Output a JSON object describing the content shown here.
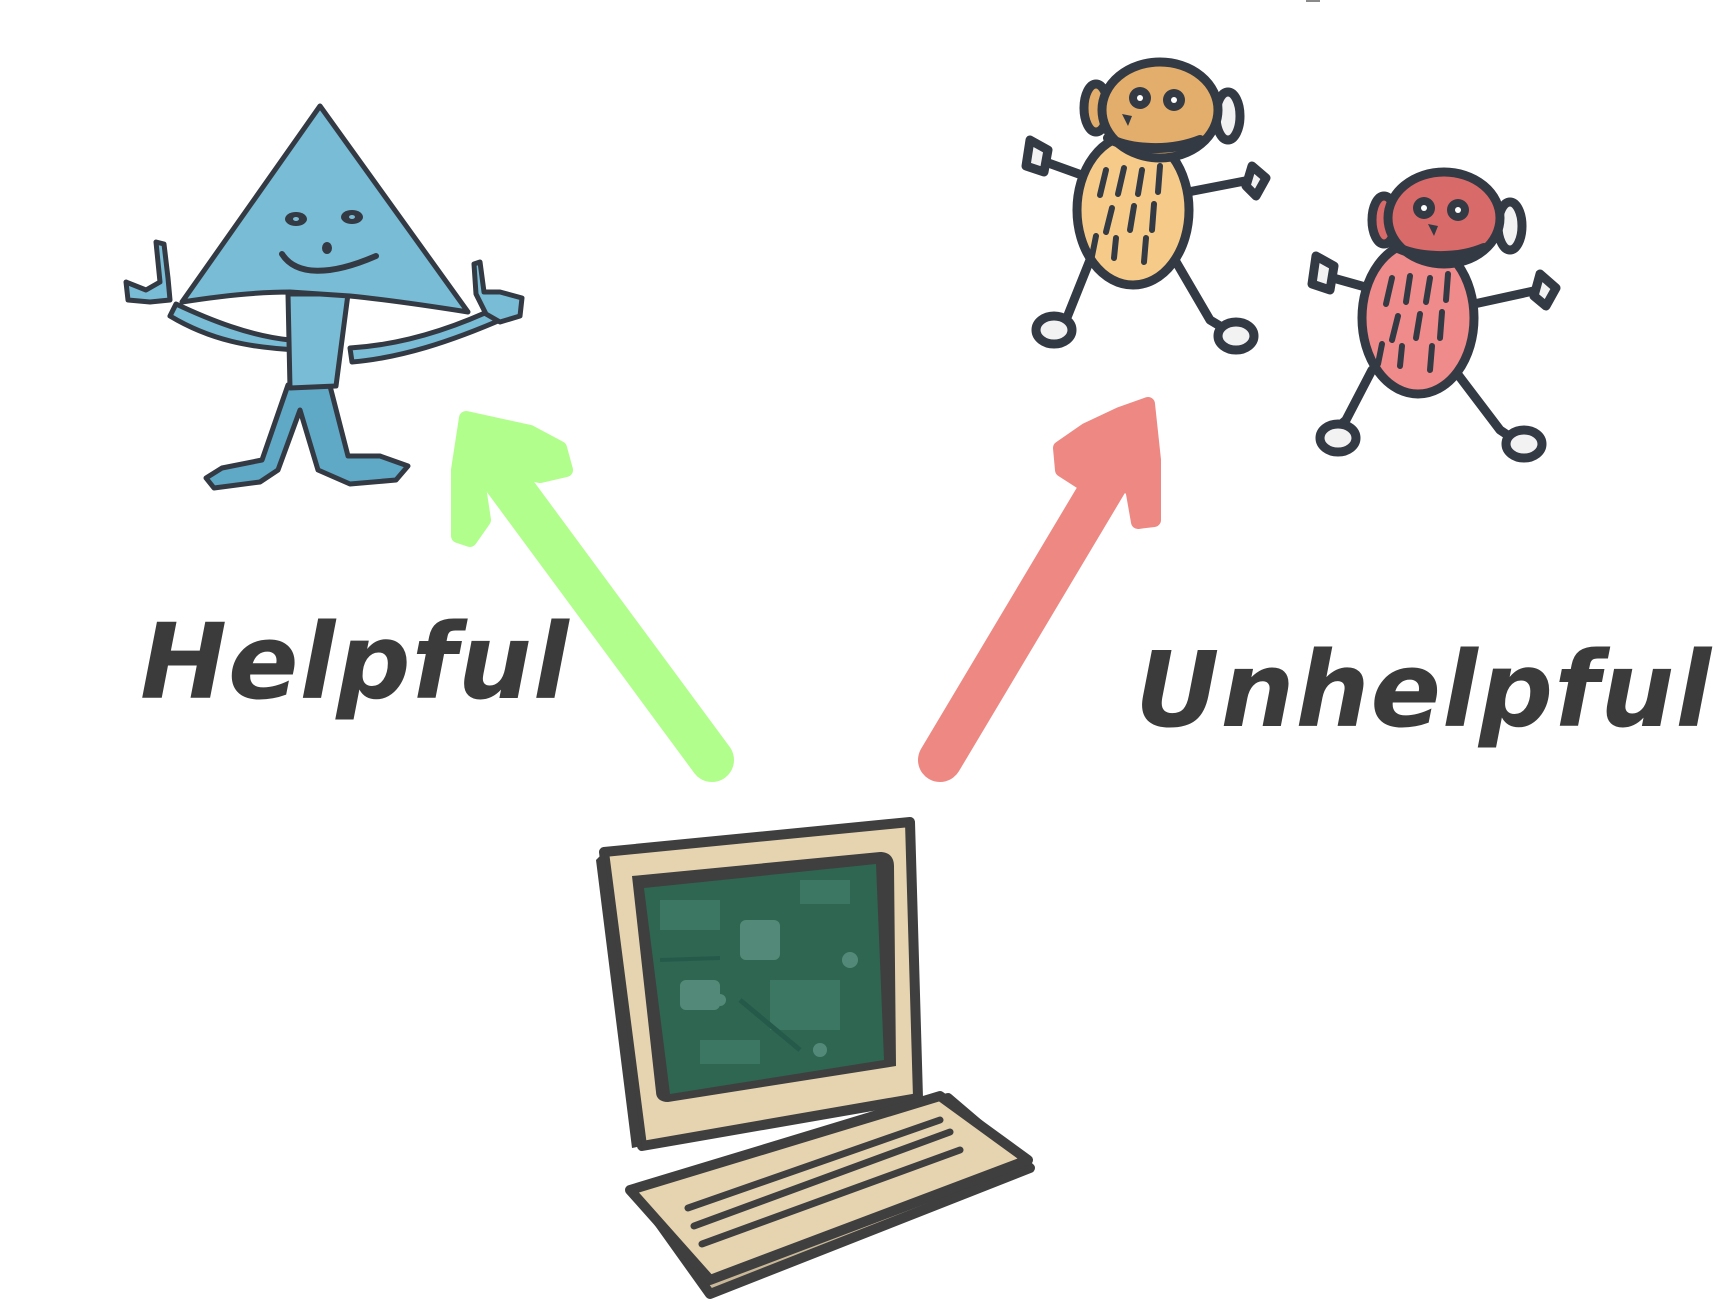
{
  "diagram": {
    "labels": {
      "helpful": "Helpful",
      "unhelpful": "Unhelpful"
    },
    "nodes": [
      {
        "id": "computer",
        "description": "Beige desktop computer with circuit-board screen and keyboard",
        "position": "bottom-center"
      },
      {
        "id": "helpful-figure",
        "description": "Smiling blue triangle-headed figure",
        "position": "top-left"
      },
      {
        "id": "unhelpful-figures",
        "description": "Two furry monkey-like creatures (orange and red)",
        "position": "top-right"
      }
    ],
    "edges": [
      {
        "from": "computer",
        "to": "helpful-figure",
        "label": "Helpful",
        "color": "#b1fe8c"
      },
      {
        "from": "computer",
        "to": "unhelpful-figures",
        "label": "Unhelpful",
        "color": "#ee8883"
      }
    ]
  },
  "colors": {
    "text": "#3b3b3b",
    "outline": "#333a44",
    "helpful_arrow": "#b1fe8c",
    "unhelpful_arrow": "#ee8883",
    "triangle_figure": "#79bcd6",
    "triangle_figure_legs": "#5fa9c6",
    "monkey_orange_body": "#f6cb8a",
    "monkey_orange_head": "#e3ae6b",
    "monkey_red_body": "#ef8b8b",
    "monkey_red_head": "#d96a6a",
    "computer_case": "#e6d4b0",
    "computer_case_shadow": "#c8b898",
    "computer_outline": "#3f3f3f",
    "screen_base": "#2e6652",
    "screen_mid": "#3e7a66",
    "screen_light": "#5a9080",
    "clip_mark": "#8a8a8a"
  }
}
